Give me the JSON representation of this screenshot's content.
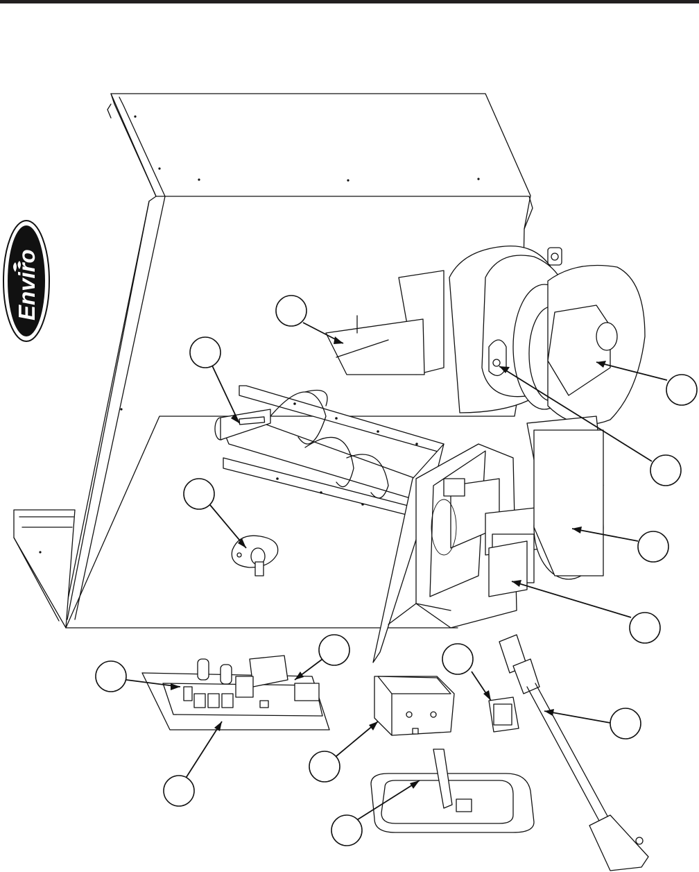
{
  "logo": {
    "text": "Enviro",
    "name": "enviro-logo"
  },
  "colors": {
    "ink": "#111111",
    "paper": "#ffffff",
    "top_rule": "#231f20"
  },
  "callouts": [
    {
      "id": "c1",
      "label": ""
    },
    {
      "id": "c2",
      "label": ""
    },
    {
      "id": "c3",
      "label": ""
    },
    {
      "id": "c4",
      "label": ""
    },
    {
      "id": "c5",
      "label": ""
    },
    {
      "id": "c6",
      "label": ""
    },
    {
      "id": "c7",
      "label": ""
    },
    {
      "id": "c8",
      "label": ""
    },
    {
      "id": "c9",
      "label": ""
    },
    {
      "id": "c10",
      "label": ""
    },
    {
      "id": "c11",
      "label": ""
    },
    {
      "id": "c12",
      "label": ""
    },
    {
      "id": "c13",
      "label": ""
    },
    {
      "id": "c14",
      "label": ""
    }
  ]
}
